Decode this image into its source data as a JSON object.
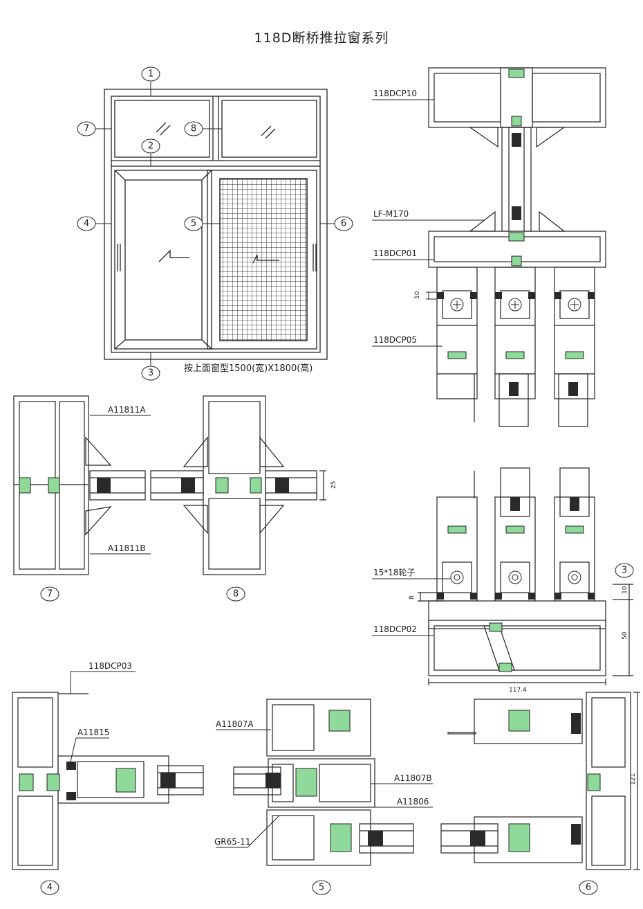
{
  "title": "118D断桥推拉窗系列",
  "elevation": {
    "caption": "按上面窗型1500(宽)X1800(高)",
    "callouts": [
      "1",
      "2",
      "3",
      "4",
      "5",
      "6",
      "7",
      "8"
    ]
  },
  "section_labels": {
    "s7": "7",
    "s8": "8",
    "s3": "3",
    "s4": "4",
    "s5": "5",
    "s6": "6"
  },
  "parts": {
    "p_118DCP10": "118DCP10",
    "p_LF_M170": "LF-M170",
    "p_118DCP01": "118DCP01",
    "p_118DCP05": "118DCP05",
    "p_A11811A": "A11811A",
    "p_A11811B": "A11811B",
    "p_wheel": "15*18轮子",
    "p_118DCP02": "118DCP02",
    "p_118DCP03": "118DCP03",
    "p_A11815": "A11815",
    "p_A11807A": "A11807A",
    "p_A11807B": "A11807B",
    "p_A11806": "A11806",
    "p_GR65_11": "GR65-11"
  },
  "dimensions": {
    "d10a": "10",
    "d25": "25",
    "d8": "8",
    "d10b": "10",
    "d50": "50",
    "d117": "117.4",
    "d121": "121"
  },
  "colors": {
    "line": "#222222",
    "thermal_break": "#8fd99a",
    "glass_seal": "#2a2a2a",
    "glass_spacer": "#cde9cc"
  }
}
